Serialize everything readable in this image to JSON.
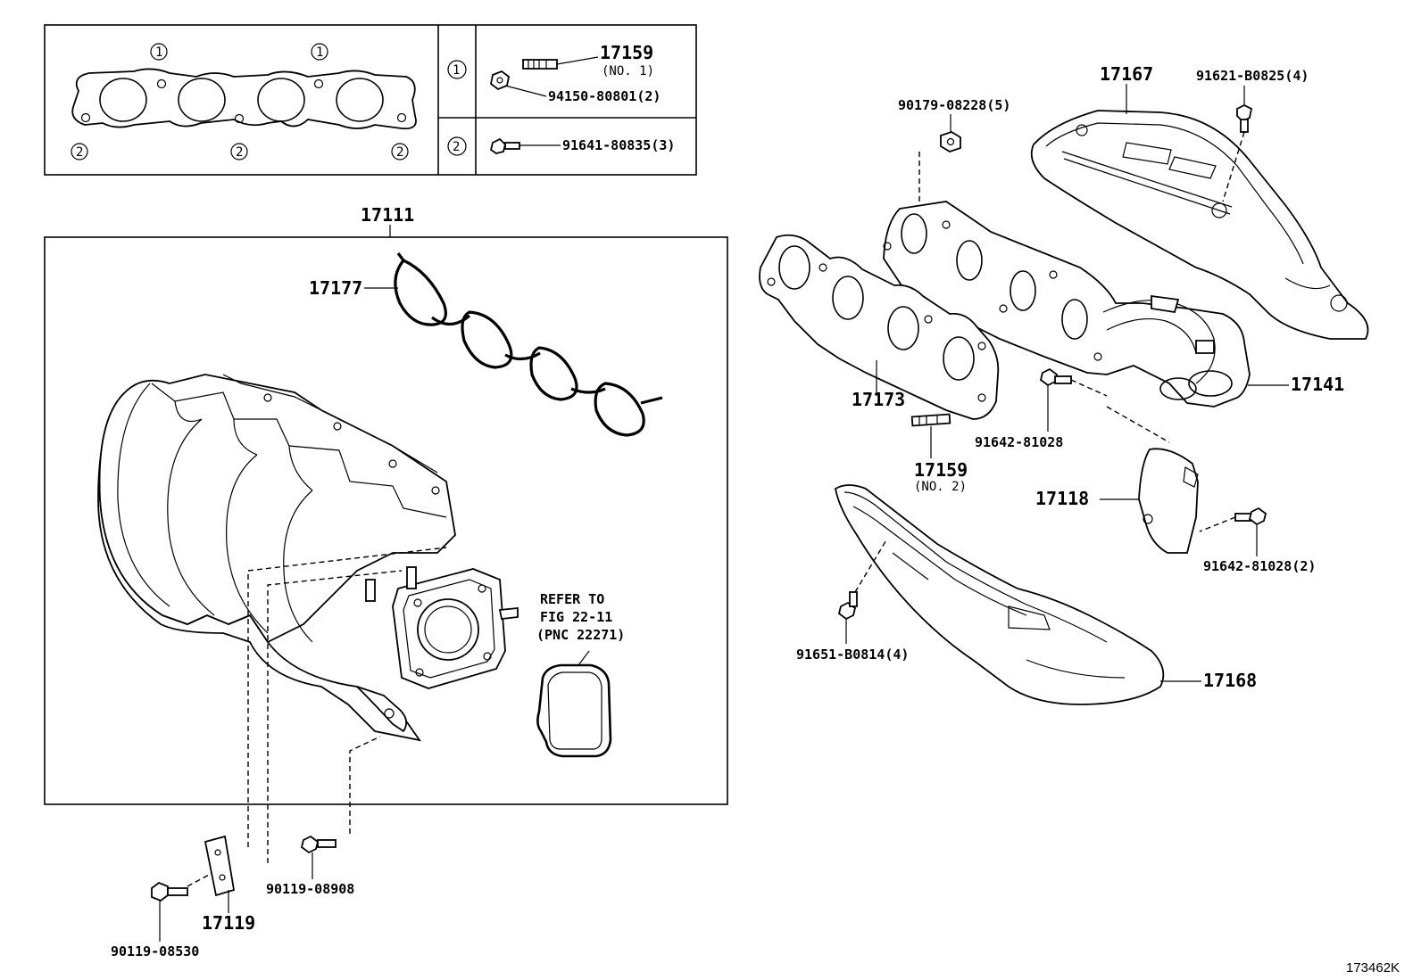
{
  "legend": {
    "mark1": "1",
    "mark2": "2",
    "row1_stud": "17159",
    "row1_stud_note": "(NO. 1)",
    "row1_nut": "94150-80801(2)",
    "row2_bolt": "91641-80835(3)"
  },
  "parts": {
    "p17111": "17111",
    "p17177": "17177",
    "p17119": "17119",
    "p90119_08908": "90119-08908",
    "p90119_08530": "90119-08530",
    "refer_line1": "REFER TO",
    "refer_line2": "FIG 22-11",
    "refer_line3": "(PNC 22271)",
    "p17167": "17167",
    "p91621": "91621-B0825(4)",
    "p90179": "90179-08228(5)",
    "p17173": "17173",
    "p17141": "17141",
    "p91642_a": "91642-81028",
    "p17159": "17159",
    "p17159_note": "(NO. 2)",
    "p17118": "17118",
    "p91642_b": "91642-81028(2)",
    "p91651": "91651-B0814(4)",
    "p17168": "17168"
  },
  "figure_id": "173462K"
}
